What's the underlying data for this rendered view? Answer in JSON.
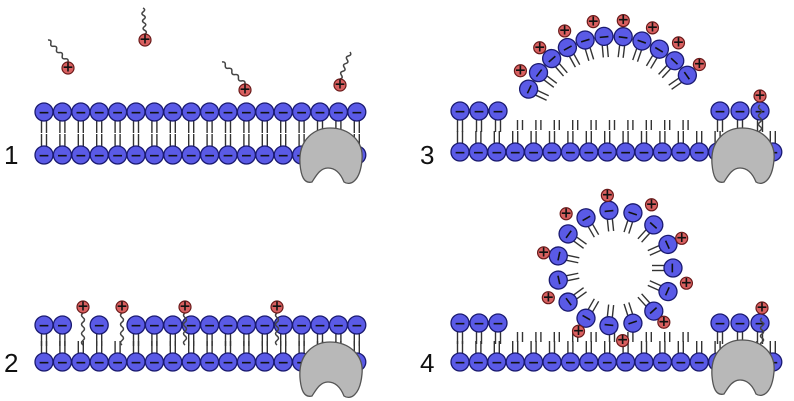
{
  "panels": [
    {
      "label": "1"
    },
    {
      "label": "2"
    },
    {
      "label": "3"
    },
    {
      "label": "4"
    }
  ],
  "glyphs": {
    "negative": "−",
    "positive": "+"
  },
  "colors": {
    "lipid_head": "#5a5ae6",
    "lipid_outline": "#1a1a70",
    "cation_head": "#d96060",
    "cation_outline": "#6a1a1a",
    "protein": "#b8b8b8",
    "tail": "#333333",
    "text": "#111111"
  },
  "icons": {
    "lipid": "phospholipid-icon",
    "cation": "cationic-lipid-icon",
    "protein": "membrane-protein-icon"
  }
}
